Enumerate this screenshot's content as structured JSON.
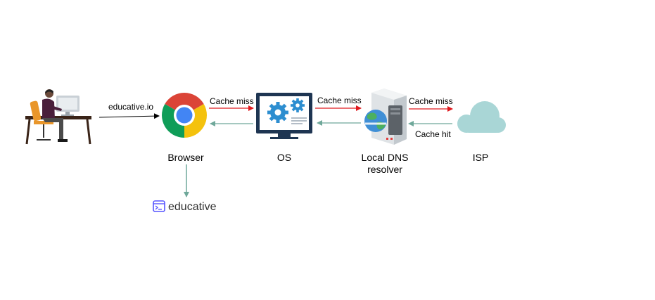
{
  "nodes": {
    "user": {
      "icon": "person-at-computer-icon"
    },
    "browser": {
      "label": "Browser",
      "icon": "chrome-icon"
    },
    "os": {
      "label": "OS",
      "icon": "monitor-gears-icon"
    },
    "resolver": {
      "label_line1": "Local DNS",
      "label_line2": "resolver",
      "icon": "server-globe-icon"
    },
    "isp": {
      "label": "ISP",
      "icon": "cloud-icon"
    },
    "educative": {
      "label": "educative",
      "icon": "terminal-logo-icon"
    }
  },
  "edges": {
    "user_to_browser": "educative.io",
    "browser_to_os": "Cache miss",
    "os_to_resolver": "Cache miss",
    "resolver_to_isp": "Cache miss",
    "isp_to_resolver": "Cache hit"
  },
  "colors": {
    "request_arrow": "#e0191e",
    "response_arrow": "#6fa89a",
    "brand": "#5553ff",
    "cloud": "#a9d6d6"
  }
}
